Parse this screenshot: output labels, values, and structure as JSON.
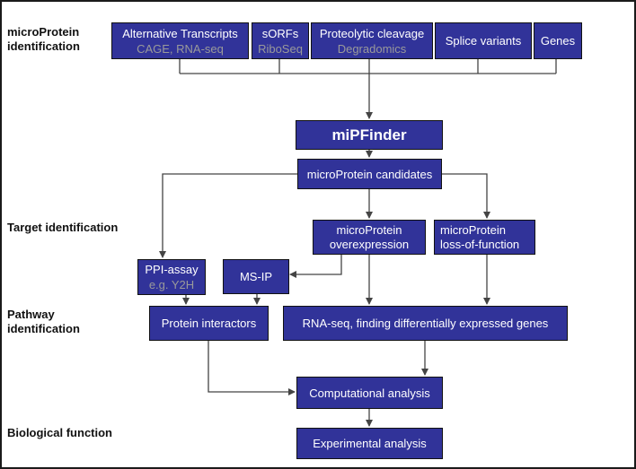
{
  "stages": {
    "identification": "microProtein\nidentification",
    "target": "Target identification",
    "pathway": "Pathway\nidentification",
    "biological": "Biological function"
  },
  "sources": {
    "alt_transcripts": {
      "title": "Alternative Transcripts",
      "sub": "CAGE, RNA-seq"
    },
    "sorfs": {
      "title": "sORFs",
      "sub": "RiboSeq"
    },
    "proteolytic": {
      "title": "Proteolytic cleavage",
      "sub": "Degradomics"
    },
    "splice": {
      "title": "Splice variants"
    },
    "genes": {
      "title": "Genes"
    }
  },
  "mipfinder": "miPFinder",
  "candidates": "microProtein candidates",
  "overexpression": "microProtein\noverexpression",
  "loss_of_function": "microProtein\nloss-of-function",
  "ppi_assay": {
    "title": "PPI-assay",
    "sub": "e.g. Y2H"
  },
  "ms_ip": "MS-IP",
  "protein_interactors": "Protein interactors",
  "rna_seq": "RNA-seq, finding differentially expressed genes",
  "computational": "Computational analysis",
  "experimental": "Experimental analysis"
}
